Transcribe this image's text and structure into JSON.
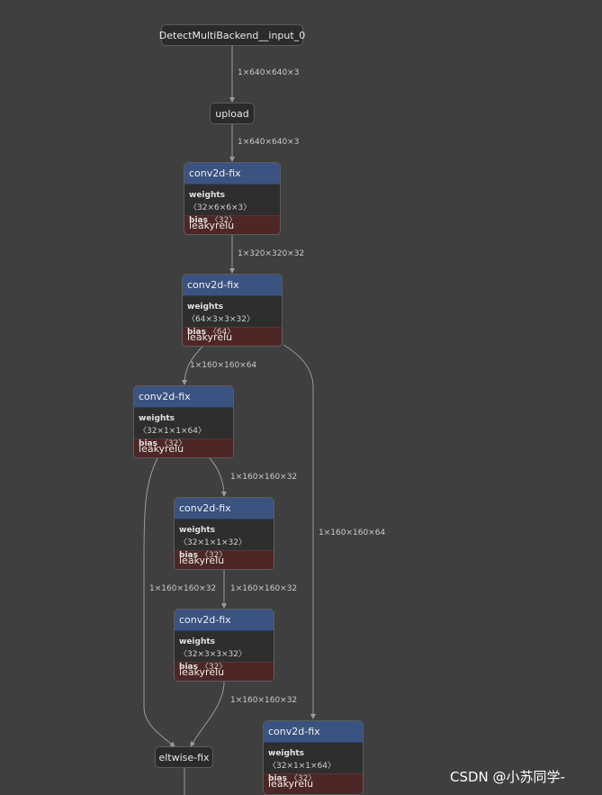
{
  "graph": {
    "input_node": "DetectMultiBackend__input_0",
    "upload_node": "upload",
    "eltwise_node": "eltwise-fix",
    "conv_nodes": [
      {
        "op": "conv2d-fix",
        "weights_label": "weights",
        "weights_shape": "〈32×6×6×3〉",
        "bias_label": "bias",
        "bias_shape": "〈32〉",
        "activation": "leakyrelu"
      },
      {
        "op": "conv2d-fix",
        "weights_label": "weights",
        "weights_shape": "〈64×3×3×32〉",
        "bias_label": "bias",
        "bias_shape": "〈64〉",
        "activation": "leakyrelu"
      },
      {
        "op": "conv2d-fix",
        "weights_label": "weights",
        "weights_shape": "〈32×1×1×64〉",
        "bias_label": "bias",
        "bias_shape": "〈32〉",
        "activation": "leakyrelu"
      },
      {
        "op": "conv2d-fix",
        "weights_label": "weights",
        "weights_shape": "〈32×1×1×32〉",
        "bias_label": "bias",
        "bias_shape": "〈32〉",
        "activation": "leakyrelu"
      },
      {
        "op": "conv2d-fix",
        "weights_label": "weights",
        "weights_shape": "〈32×3×3×32〉",
        "bias_label": "bias",
        "bias_shape": "〈32〉",
        "activation": "leakyrelu"
      },
      {
        "op": "conv2d-fix",
        "weights_label": "weights",
        "weights_shape": "〈32×1×1×64〉",
        "bias_label": "bias",
        "bias_shape": "〈32〉",
        "activation": "leakyrelu"
      }
    ],
    "edge_labels": [
      "1×640×640×3",
      "1×640×640×3",
      "1×320×320×32",
      "1×160×160×64",
      "1×160×160×32",
      "1×160×160×64",
      "1×160×160×32",
      "1×160×160×32",
      "1×160×160×32"
    ]
  },
  "watermark": "CSDN @小苏同学-",
  "colors": {
    "background": "#3f3f3f",
    "node_header": "#3a5380",
    "activation_row": "#4d2726",
    "edge": "#9a9a9a"
  }
}
